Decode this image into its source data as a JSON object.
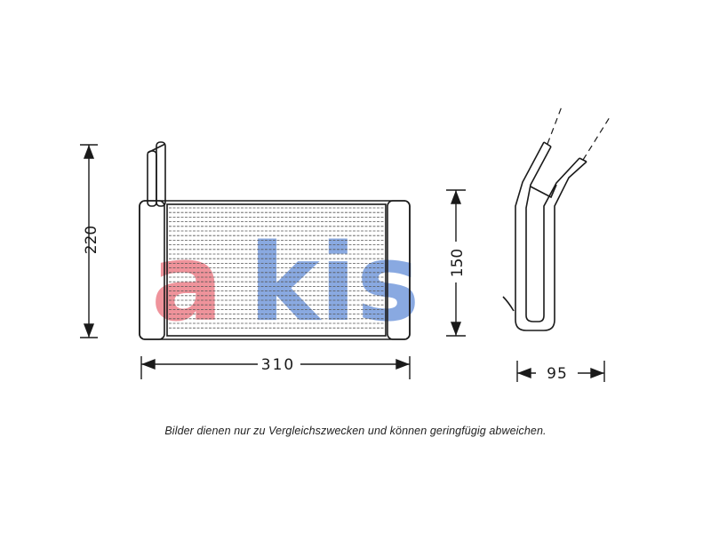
{
  "diagram": {
    "dimensions": {
      "height_front": "220",
      "width_front": "310",
      "height_core": "150",
      "depth_side": "95"
    },
    "watermark": {
      "text": "akis",
      "colors": [
        "#e23b4a",
        "#2a63c9"
      ]
    },
    "caption": "Bilder dienen nur zu Vergleichszwecken und können geringfügig abweichen."
  },
  "colors": {
    "line": "#1a1a1a",
    "fin": "#555555"
  }
}
